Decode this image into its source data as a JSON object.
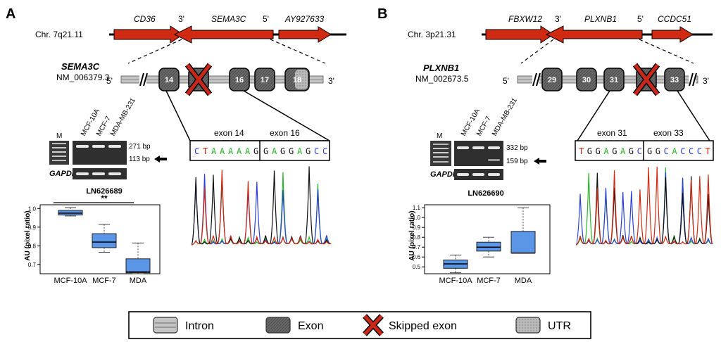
{
  "panelA": {
    "letter": "A",
    "chrom": "Chr. 7q21.11",
    "genes": [
      "CD36",
      "SEMA3C",
      "AY927633"
    ],
    "end3": "3'",
    "end5": "5'",
    "gene_name": "SEMA3C",
    "accession": "NM_006379.3",
    "exons": [
      "14",
      "16",
      "17",
      "18"
    ],
    "tx5": "5'",
    "tx3": "3'",
    "lanes": [
      "M",
      "MCF-10A",
      "MCF-7",
      "MDA-MB-231"
    ],
    "bp_top": "271 bp",
    "bp_bottom": "113 bp",
    "gapdh": "GAPDH",
    "genbank": "LN626689",
    "seq_left_label": "exon 14",
    "seq_right_label": "exon 16",
    "seq_left": "CTAAAAAG",
    "seq_right": "GAGGAGCC",
    "sig": "**",
    "ylabel": "AU (pixel ratio)",
    "yticks": [
      "1.0",
      "0.9",
      "0.8",
      "0.7"
    ],
    "categories": [
      "MCF-10A",
      "MCF-7",
      "MDA"
    ]
  },
  "panelB": {
    "letter": "B",
    "chrom": "Chr. 3p21.31",
    "genes": [
      "FBXW12",
      "PLXNB1",
      "CCDC51"
    ],
    "end3": "3'",
    "end5": "5'",
    "gene_name": "PLXNB1",
    "accession": "NM_002673.5",
    "exons": [
      "29",
      "30",
      "31",
      "33"
    ],
    "tx5": "5'",
    "tx3": "3'",
    "lanes": [
      "M",
      "MCF-10A",
      "MCF-7",
      "MDA-MB-231"
    ],
    "bp_top": "332 bp",
    "bp_bottom": "159 bp",
    "gapdh": "GAPDH",
    "genbank": "LN626690",
    "seq_left_label": "exon 31",
    "seq_right_label": "exon 33",
    "seq_left": "TGGAGAGC",
    "seq_right": "GGCACCCT",
    "ylabel": "AU (pixel ratio)",
    "yticks": [
      "1.1",
      "1.0",
      "0.9",
      "0.8",
      "0.7",
      "0.6",
      "0.5"
    ],
    "categories": [
      "MCF-10A",
      "MCF-7",
      "MDA"
    ]
  },
  "legend": {
    "items": [
      "Intron",
      "Exon",
      "Skipped exon",
      "UTR"
    ]
  },
  "colors": {
    "gene_arrow": "#d12a12",
    "skip_x": "#c8281a",
    "box_fill": "#5b95e6",
    "base_A": "#2bb52b",
    "base_C": "#2b3fd6",
    "base_G": "#111111",
    "base_T": "#d12a12"
  },
  "chart_data": [
    {
      "type": "box",
      "ylabel": "AU (pixel ratio)",
      "categories": [
        "MCF-10A",
        "MCF-7",
        "MDA"
      ],
      "ylim": [
        0.65,
        1.02
      ],
      "boxes": [
        {
          "whislo": 0.96,
          "q1": 0.965,
          "med": 0.975,
          "q3": 0.99,
          "whishi": 1.005
        },
        {
          "whislo": 0.765,
          "q1": 0.79,
          "med": 0.82,
          "q3": 0.865,
          "whishi": 0.915
        },
        {
          "whislo": 0.65,
          "q1": 0.655,
          "med": 0.66,
          "q3": 0.73,
          "whishi": 0.815
        }
      ],
      "annotation": "**"
    },
    {
      "type": "box",
      "ylabel": "AU (pixel ratio)",
      "categories": [
        "MCF-10A",
        "MCF-7",
        "MDA"
      ],
      "ylim": [
        0.43,
        1.13
      ],
      "boxes": [
        {
          "whislo": 0.44,
          "q1": 0.485,
          "med": 0.53,
          "q3": 0.57,
          "whishi": 0.62
        },
        {
          "whislo": 0.6,
          "q1": 0.66,
          "med": 0.7,
          "q3": 0.75,
          "whishi": 0.8
        },
        {
          "whislo": 0.64,
          "q1": 0.64,
          "med": 0.64,
          "q3": 0.86,
          "whishi": 1.1
        }
      ]
    }
  ]
}
